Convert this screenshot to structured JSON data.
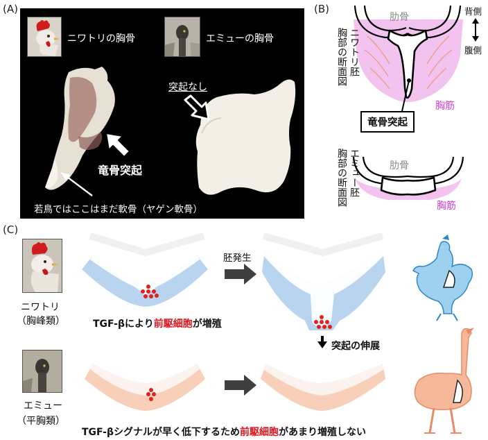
{
  "panel_a": {
    "label": "(A)",
    "chicken_title": "ニワトリの胸骨",
    "emu_title": "エミューの胸骨",
    "no_keel": "突起なし",
    "keel": "竜骨突起",
    "note": "若鳥ではここはまだ軟骨（ヤゲン軟骨）"
  },
  "panel_b": {
    "label": "(B)",
    "chicken_section": [
      "ニワトリ胚",
      "胸部の断面図"
    ],
    "emu_section": [
      "エミュー胚",
      "胸部の断面図"
    ],
    "rib": "肋骨",
    "muscle": "胸筋",
    "dorsal": "背側",
    "ventral": "腹側",
    "keel_box": "竜骨突起"
  },
  "panel_c": {
    "label": "(C)",
    "chicken_name": "ニワトリ",
    "chicken_group": "（胸峰類）",
    "emu_name": "エミュー",
    "emu_group": "（平胸類）",
    "development": "胚発生",
    "chicken_prefix": "TGF-βにより",
    "progenitor": "前駆細胞",
    "chicken_suffix": "が増殖",
    "extension": "突起の伸展",
    "emu_prefix": "TGF-βシグナルが早く低下するため",
    "emu_suffix": "があまり増殖しない"
  },
  "colors": {
    "blue_region": "#b9d4ee",
    "blue_outline": "#4a9fd8",
    "orange_region": "#f8cfb8",
    "orange_outline": "#ef9a78",
    "muscle_pink": "#f2c3ef",
    "red_cells": "#e32020",
    "red_text": "#e0141c"
  }
}
